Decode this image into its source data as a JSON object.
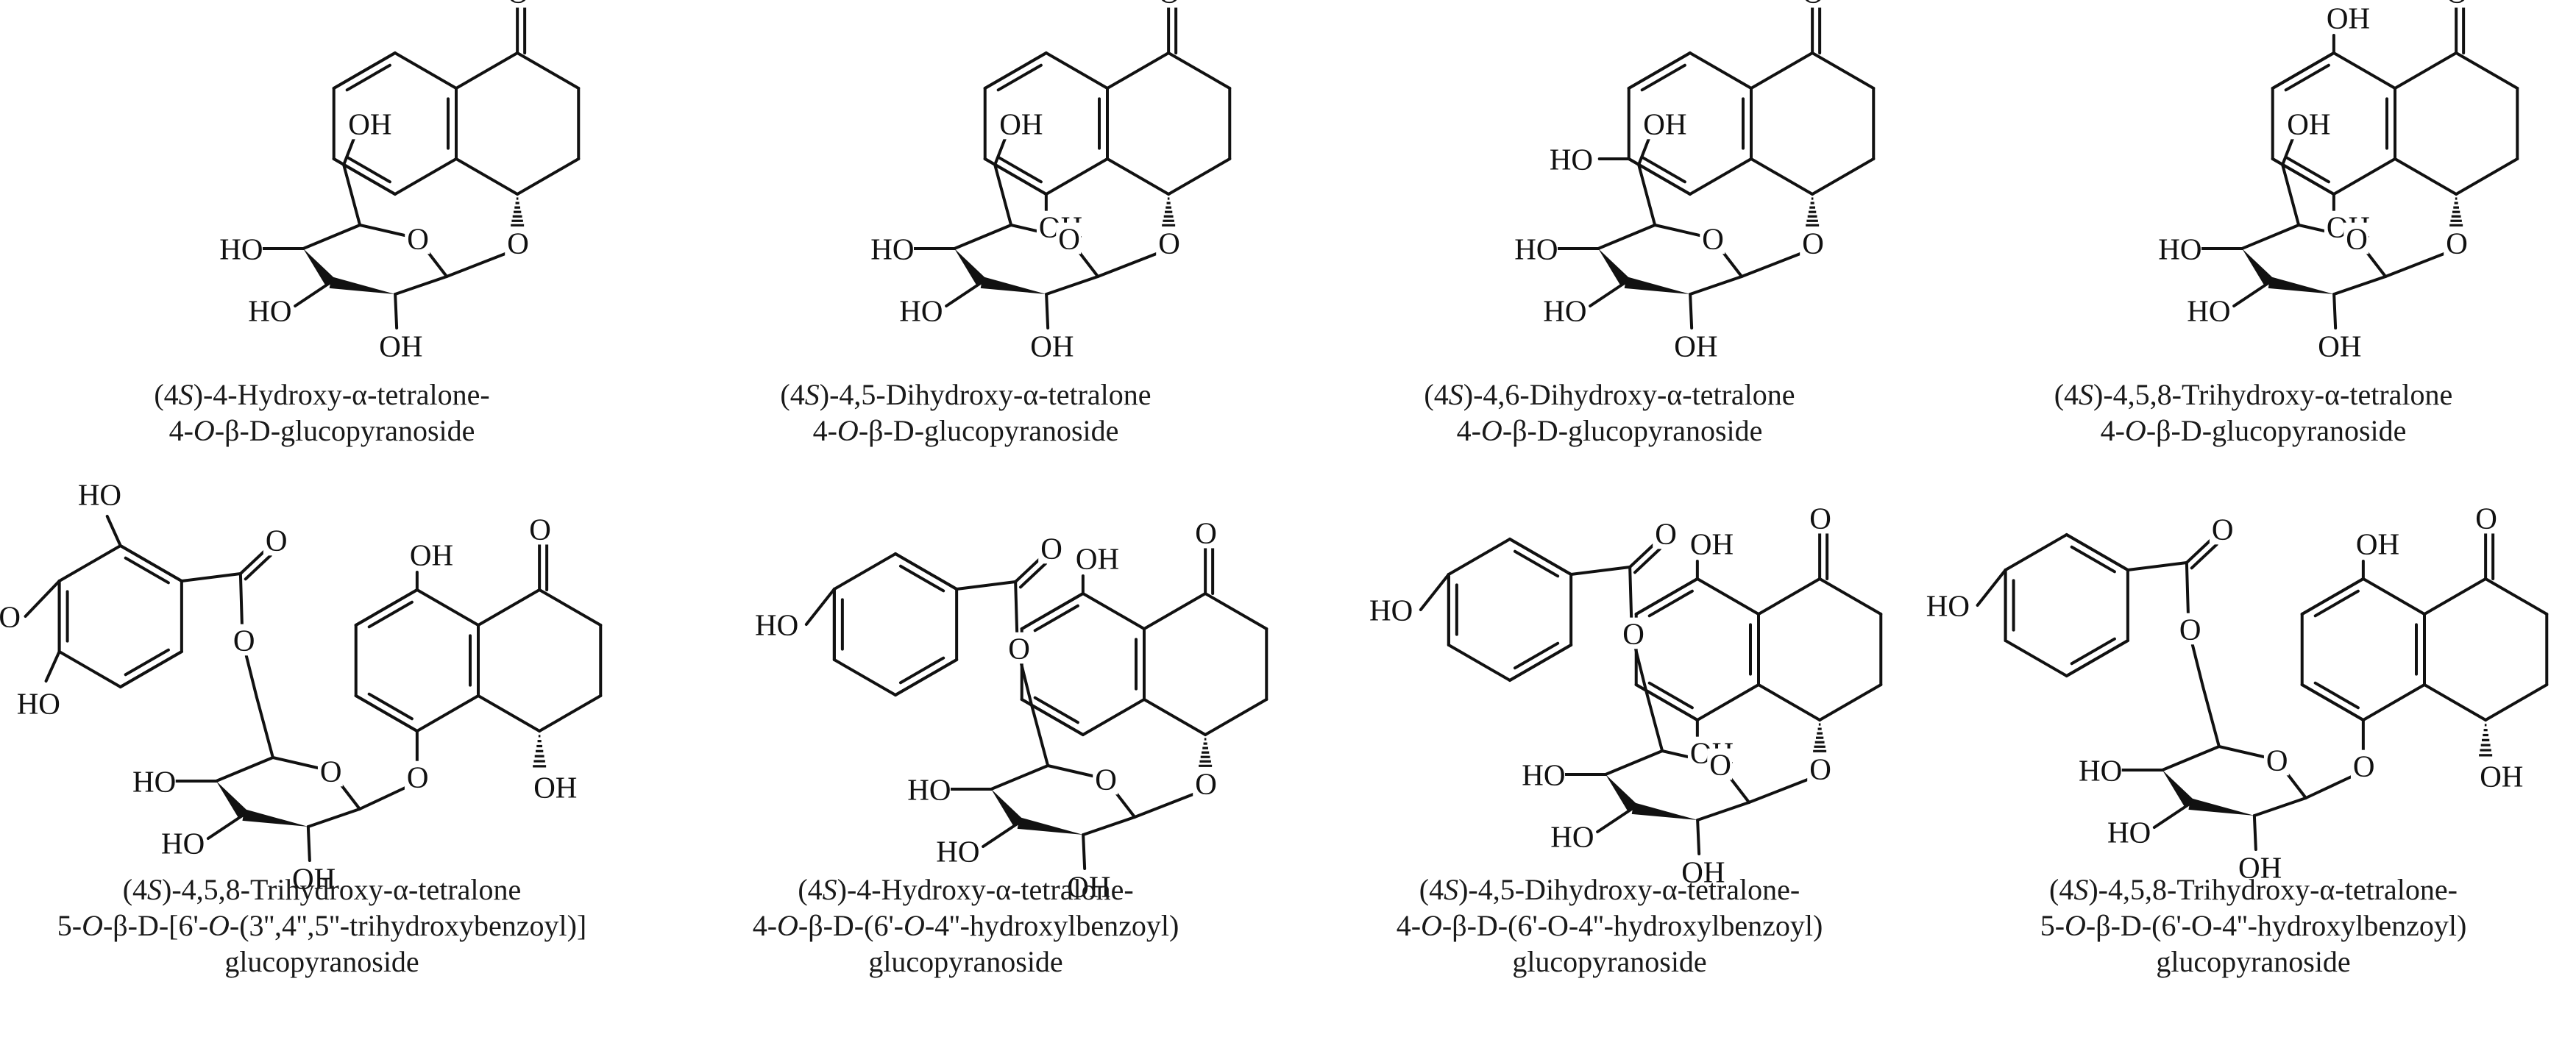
{
  "figure": {
    "compounds": [
      {
        "caption_lines": [
          [
            {
              "t": "(4"
            },
            {
              "t": "S",
              "i": true
            },
            {
              "t": ")-4-Hydroxy-α-tetralone-"
            }
          ],
          [
            {
              "t": "4-"
            },
            {
              "t": "O",
              "i": true
            },
            {
              "t": "-β-D-glucopyranoside"
            }
          ]
        ]
      },
      {
        "caption_lines": [
          [
            {
              "t": "(4"
            },
            {
              "t": "S",
              "i": true
            },
            {
              "t": ")-4,5-Dihydroxy-α-tetralone"
            }
          ],
          [
            {
              "t": "4-"
            },
            {
              "t": "O",
              "i": true
            },
            {
              "t": "-β-D-glucopyranoside"
            }
          ]
        ]
      },
      {
        "caption_lines": [
          [
            {
              "t": "(4"
            },
            {
              "t": "S",
              "i": true
            },
            {
              "t": ")-4,6-Dihydroxy-α-tetralone"
            }
          ],
          [
            {
              "t": "4-"
            },
            {
              "t": "O",
              "i": true
            },
            {
              "t": "-β-D-glucopyranoside"
            }
          ]
        ]
      },
      {
        "caption_lines": [
          [
            {
              "t": "(4"
            },
            {
              "t": "S",
              "i": true
            },
            {
              "t": ")-4,5,8-Trihydroxy-α-tetralone"
            }
          ],
          [
            {
              "t": "4-"
            },
            {
              "t": "O",
              "i": true
            },
            {
              "t": "-β-D-glucopyranoside"
            }
          ]
        ]
      },
      {
        "caption_lines": [
          [
            {
              "t": "(4"
            },
            {
              "t": "S",
              "i": true
            },
            {
              "t": ")-4,5,8-Trihydroxy-α-tetralone"
            }
          ],
          [
            {
              "t": "5-"
            },
            {
              "t": "O",
              "i": true
            },
            {
              "t": "-β-D-[6'-"
            },
            {
              "t": "O",
              "i": true
            },
            {
              "t": "-(3'',4'',5''-trihydroxybenzoyl)]"
            }
          ],
          [
            {
              "t": "glucopyranoside"
            }
          ]
        ]
      },
      {
        "caption_lines": [
          [
            {
              "t": "(4"
            },
            {
              "t": "S",
              "i": true
            },
            {
              "t": ")-4-Hydroxy-α-tetralone-"
            }
          ],
          [
            {
              "t": "4-"
            },
            {
              "t": "O",
              "i": true
            },
            {
              "t": "-β-D-(6'-"
            },
            {
              "t": "O",
              "i": true
            },
            {
              "t": "-4''-hydroxylbenzoyl)"
            }
          ],
          [
            {
              "t": "glucopyranoside"
            }
          ]
        ]
      },
      {
        "caption_lines": [
          [
            {
              "t": "(4"
            },
            {
              "t": "S",
              "i": true
            },
            {
              "t": ")-4,5-Dihydroxy-α-tetralone-"
            }
          ],
          [
            {
              "t": "4-"
            },
            {
              "t": "O",
              "i": true
            },
            {
              "t": "-β-D-(6'-O-4''-hydroxylbenzoyl)"
            }
          ],
          [
            {
              "t": "glucopyranoside"
            }
          ]
        ]
      },
      {
        "caption_lines": [
          [
            {
              "t": "(4"
            },
            {
              "t": "S",
              "i": true
            },
            {
              "t": ")-4,5,8-Trihydroxy-α-tetralone-"
            }
          ],
          [
            {
              "t": "5-"
            },
            {
              "t": "O",
              "i": true
            },
            {
              "t": "-β-D-(6'-O-4''-hydroxylbenzoyl)"
            }
          ],
          [
            {
              "t": "glucopyranoside"
            }
          ]
        ]
      }
    ],
    "atom_labels": {
      "oxygen": "O",
      "hydroxyl_right": "OH",
      "hydroxyl_left": "HO"
    }
  }
}
